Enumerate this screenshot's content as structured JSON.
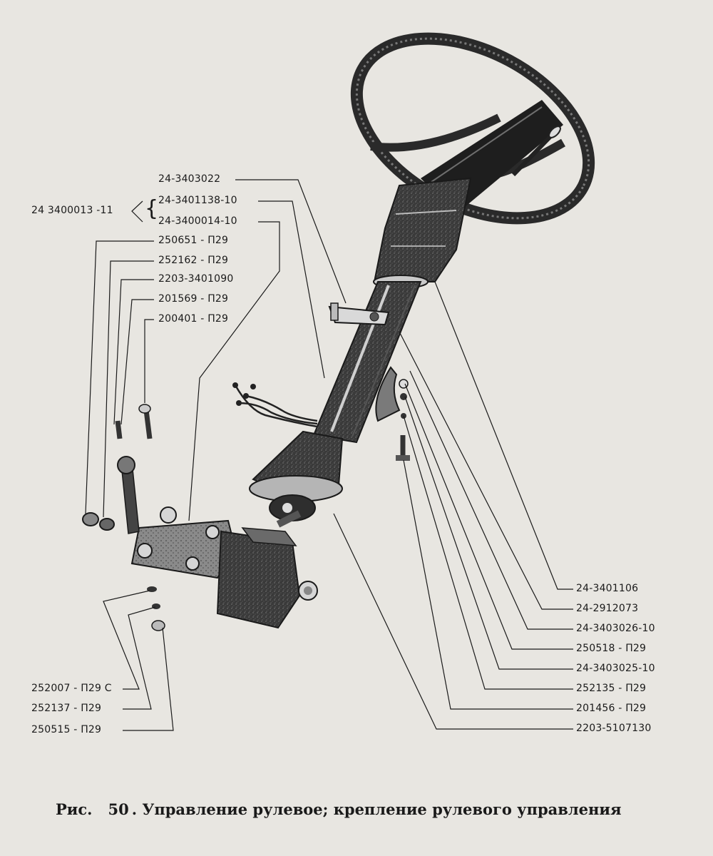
{
  "left_callouts": [
    "24-3403022",
    "24-3401138-10",
    "24-3400014-10",
    "250651 - П29",
    "252162 - П29",
    "2203-3401090",
    "201569 - П29",
    "200401 - П29"
  ],
  "group_callout": "24 3400013 -11",
  "bottom_left_callouts": [
    "252007 - П29 С",
    "252137 - П29",
    "250515 - П29"
  ],
  "right_callouts": [
    "24-3401106",
    "24-2912073",
    "24-3403026-10",
    "250518 - П29",
    "24-3403025-10",
    "252135 - П29",
    "201456 - П29",
    "2203-5107130"
  ],
  "caption": {
    "prefix": "Рис.",
    "number": "50",
    "text": ". Управление рулевое; крепление рулевого управления"
  }
}
